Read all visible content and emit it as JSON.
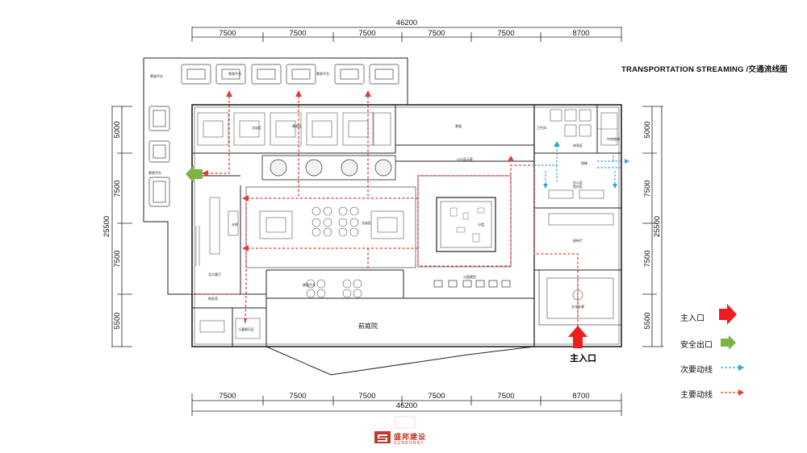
{
  "title": "TRANSPORTATION STREAMING /交通流线图",
  "dimensions": {
    "top_total": "46200",
    "top_segments": [
      "7500",
      "7500",
      "7500",
      "7500",
      "7500",
      "8700"
    ],
    "bottom_total": "46200",
    "bottom_segments": [
      "7500",
      "7500",
      "7500",
      "7500",
      "7500",
      "8700"
    ],
    "left_total": "25500",
    "left_segments": [
      "5000",
      "7500",
      "7500",
      "5500"
    ],
    "right_total": "25500",
    "right_segments": [
      "5000",
      "7500",
      "7500",
      "5500"
    ]
  },
  "legend": {
    "main_entrance": "主入口",
    "safety_exit": "安全出口",
    "secondary_flow": "次要动线",
    "primary_flow": "主要动线"
  },
  "main_entrance_label": "主入口",
  "courtyard_label": "前庭院",
  "led_label": "LED显示屏",
  "room_labels": [
    "景观平台",
    "景观平台",
    "景观平台",
    "景观平台",
    "景观区",
    "景观",
    "洽谈区",
    "洽谈区",
    "景观平台",
    "儿童娱乐区",
    "财务室",
    "北大客厅",
    "水吧",
    "办公区",
    "签约区",
    "接待厅",
    "文化长廊",
    "楼梯",
    "沙盘模型",
    "沙盘",
    "卫生间",
    "休息区",
    "中央楼梯"
  ],
  "colors": {
    "primary_flow": "#e53935",
    "secondary_flow": "#29a8d8",
    "safety_exit": "#7cb342",
    "main_entrance": "#ee1c1c",
    "brand": "#c0392b"
  },
  "logo": {
    "name": "盛邦建设",
    "sub": "SUNBONNY"
  }
}
